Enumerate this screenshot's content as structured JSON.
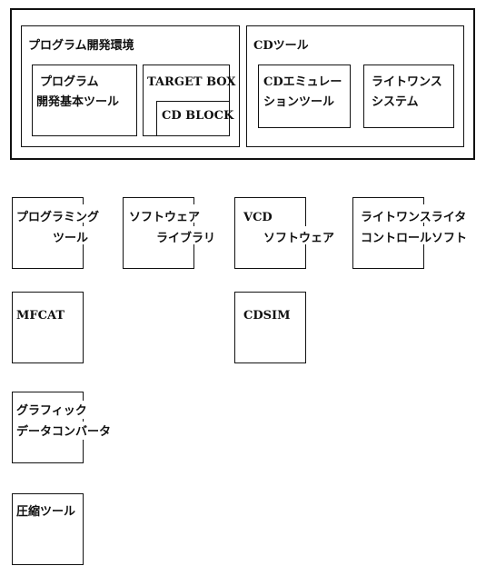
{
  "top_section": {
    "dev_env": {
      "title": "プログラム開発環境",
      "basic_tools": {
        "line1": "プログラム",
        "line2": "開発基本ツール"
      },
      "target_box": "TARGET BOX",
      "cd_block": "CD BLOCK"
    },
    "cd_tools": {
      "title": "CDツール",
      "emulation": {
        "line1": "CDエミュレー",
        "line2": "ションツール"
      },
      "writeonce": {
        "line1": "ライトワンス",
        "line2": "システム"
      }
    }
  },
  "tool_boxes": [
    {
      "line1": "プログラミング",
      "line2": "ツール"
    },
    {
      "line1": "ソフトウェア",
      "line2": "ライブラリ"
    },
    {
      "line1": "VCD",
      "line2": "ソフトウェア"
    },
    {
      "line1": "ライトワンスライタ",
      "line2": "コントロールソフト"
    },
    {
      "line1": "MFCAT"
    },
    {
      "line1": "CDSIM"
    },
    {
      "line1": "グラフィック",
      "line2": "データコンバータ"
    },
    {
      "line1": "圧縮ツール"
    }
  ]
}
